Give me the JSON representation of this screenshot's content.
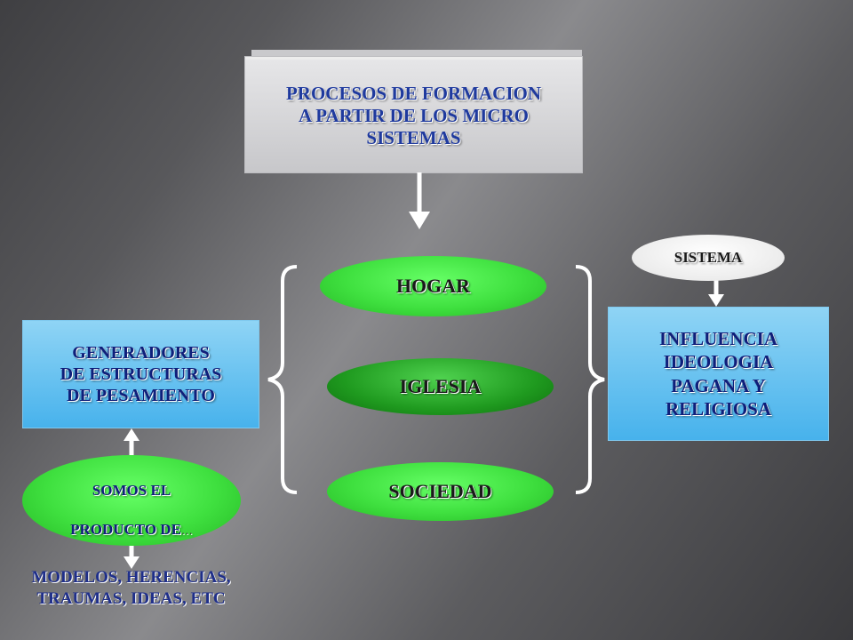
{
  "title": "PROCESOS DE FORMACION\nA PARTIR DE LOS MICRO\nSISTEMAS",
  "center_nodes": {
    "hogar": "HOGAR",
    "iglesia": "IGLESIA",
    "sociedad": "SOCIEDAD"
  },
  "left_box": "GENERADORES\nDE ESTRUCTURAS\nDE PESAMIENTO",
  "left_ellipse": {
    "line1": "SOMOS EL",
    "line2": "PRODUCTO DE",
    "suffix": "…"
  },
  "bottom_text": "MODELOS, HERENCIAS,\nTRAUMAS, IDEAS, ETC",
  "right_ellipse": "SISTEMA",
  "right_box": "INFLUENCIA\nIDEOLOGIA\nPAGANA Y\nRELIGIOSA",
  "colors": {
    "title_text": "#1f3a9e",
    "blue_box": "#47b2ec",
    "green_light": "#3fe03f",
    "green_dark": "#1f9a1f"
  }
}
